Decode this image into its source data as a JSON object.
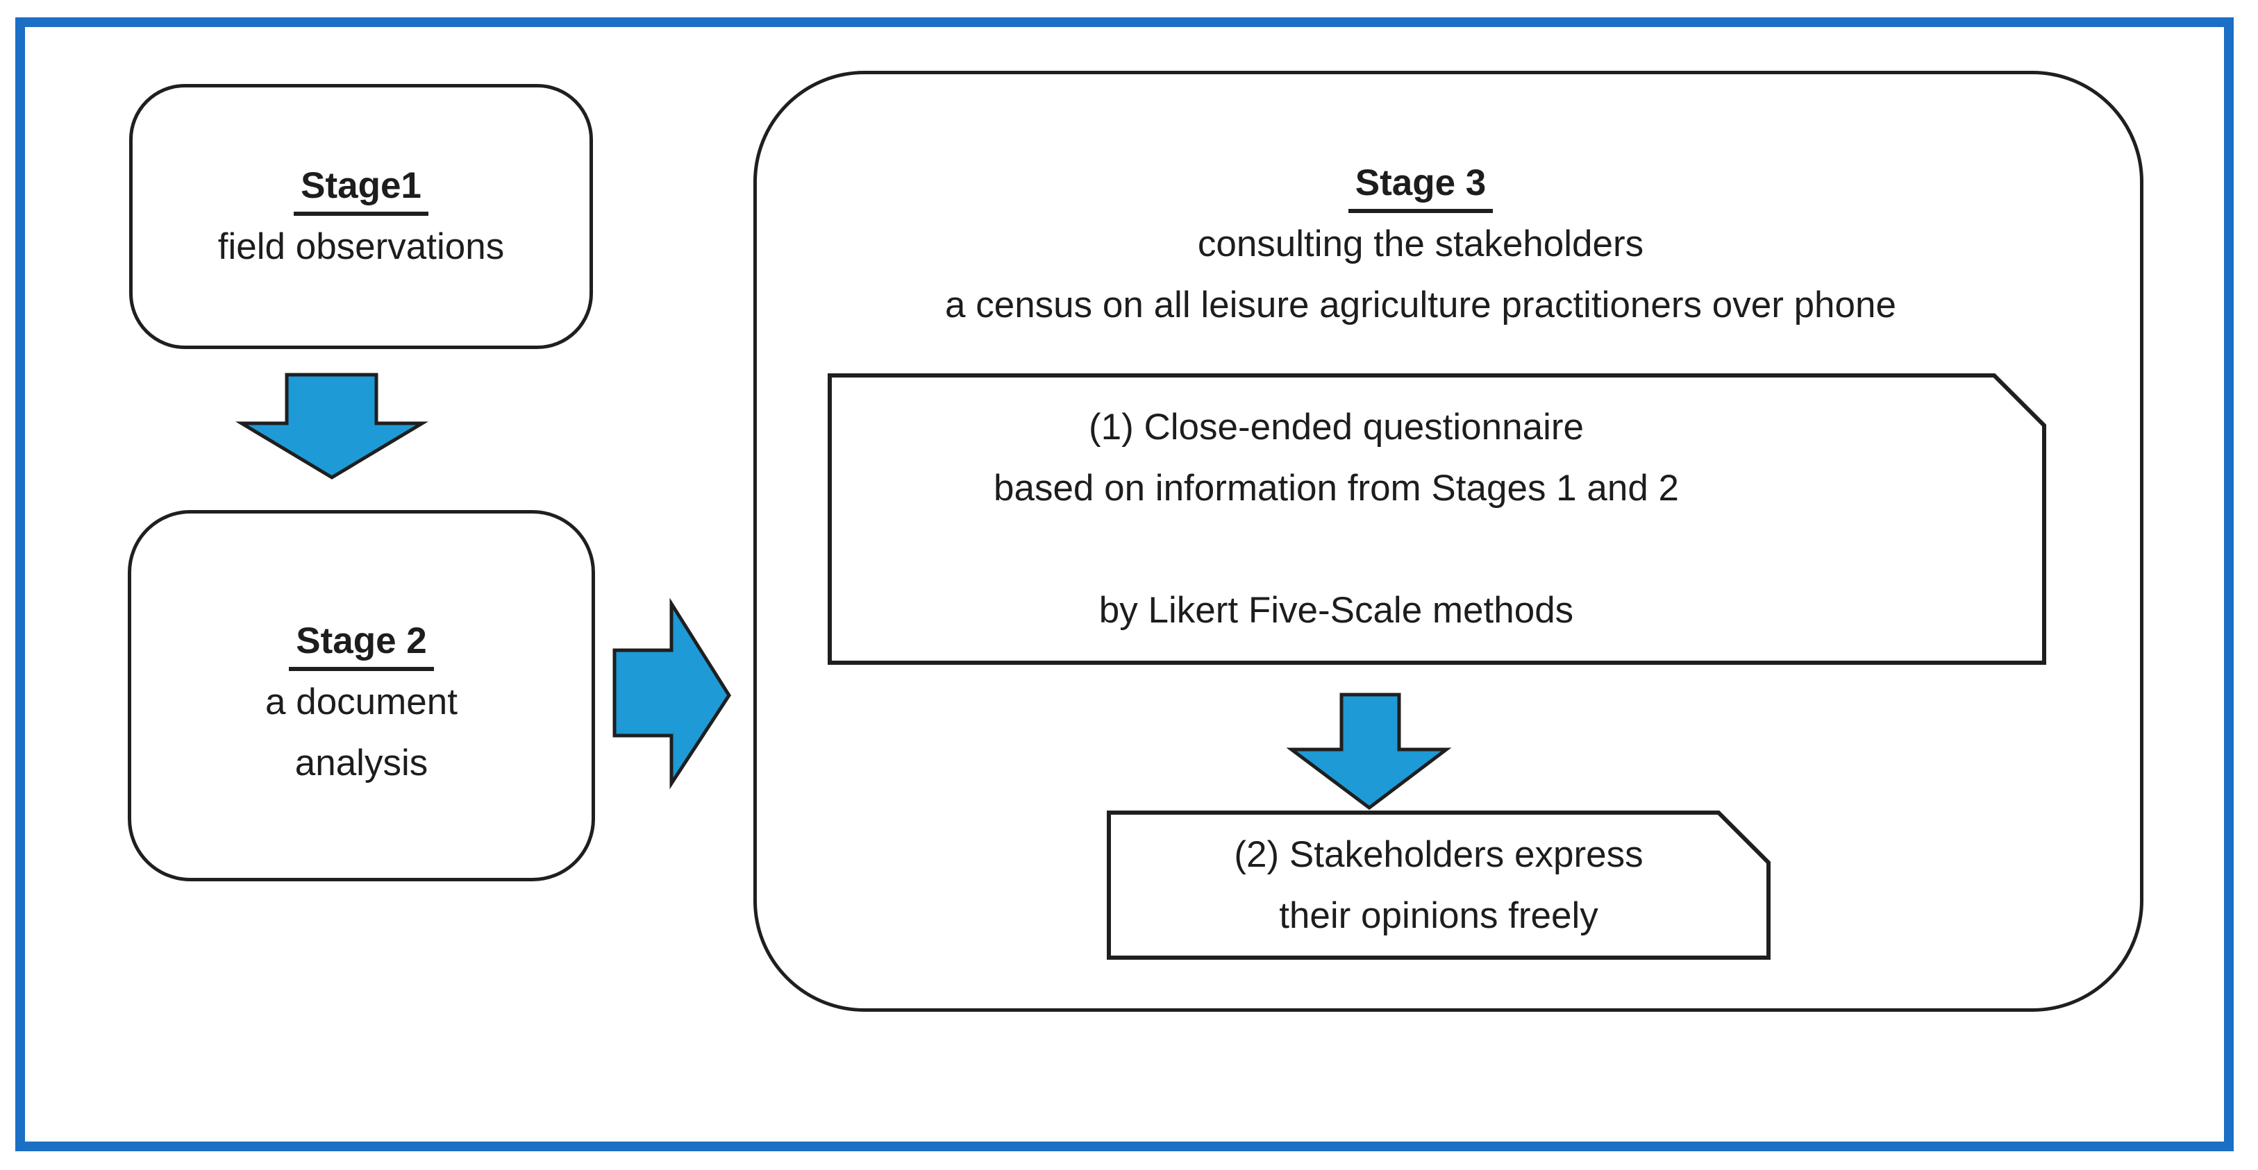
{
  "colors": {
    "frame_blue": "#1B6FC4",
    "arrow_blue": "#1E9AD6",
    "outline": "#1F1F1F",
    "text": "#1D1D1D",
    "background": "#FFFFFF"
  },
  "stage1": {
    "heading": "Stage1",
    "line": "field observations"
  },
  "stage2": {
    "heading": "Stage 2",
    "lines": [
      "a document",
      "analysis"
    ]
  },
  "stage3": {
    "heading": "Stage 3",
    "subtitle1": "consulting the stakeholders",
    "subtitle2": "a census on all leisure agriculture practitioners over phone",
    "questionnaire_box": {
      "line1": "(1) Close-ended questionnaire",
      "line2": "based on information from Stages 1 and 2",
      "line3": "by Likert Five-Scale methods"
    },
    "opinions_box": {
      "line1": "(2) Stakeholders express",
      "line2": "their opinions freely"
    }
  }
}
